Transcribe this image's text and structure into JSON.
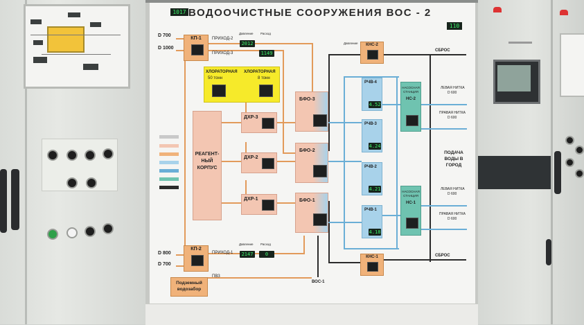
{
  "board": {
    "title": "ВОДООЧИСТНЫЕ СООРУЖЕНИЯ ВОС - 2",
    "title_left_display": "1017",
    "title_right_display": "110"
  },
  "inputs_top": [
    {
      "label": "D 700"
    },
    {
      "label": "D 1000"
    }
  ],
  "inputs_bottom": [
    {
      "label": "D 800"
    },
    {
      "label": "D 700"
    }
  ],
  "kp1": {
    "label": "КП-1",
    "prihod_top": "ПРИХОД-2",
    "prihod_mid": "ПРИХОД-3",
    "display1": "2012",
    "display2": "1149",
    "col1": "Давление",
    "col2": "Расход"
  },
  "kp2": {
    "label": "КП-2",
    "prihod": "ПРИХОД-1",
    "display1": "2147",
    "display2": "0",
    "col1": "Давление",
    "col2": "Расход",
    "pvz": "ПВЗ"
  },
  "chlor": {
    "left_title": "ХЛОРАТОРНАЯ",
    "left_sub": "50 тонн",
    "right_title": "ХЛОРАТОРНАЯ",
    "right_sub": "8 тонн"
  },
  "reagent": {
    "label": "РЕАГЕНТ-\nНЫЙ\nКОРПУС"
  },
  "dhr": [
    {
      "label": "ДХР-3"
    },
    {
      "label": "ДХР-2"
    },
    {
      "label": "ДХР-1"
    }
  ],
  "bfo": [
    {
      "label": "БФО-3"
    },
    {
      "label": "БФО-2"
    },
    {
      "label": "БФО-1"
    }
  ],
  "rchv": [
    {
      "label": "РЧВ-4",
      "value": "4.52"
    },
    {
      "label": "РЧВ-3",
      "value": "4.24"
    },
    {
      "label": "РЧВ-2",
      "value": "4.21"
    },
    {
      "label": "РЧВ-1",
      "value": "4.18"
    }
  ],
  "ns": [
    {
      "label": "НС-2",
      "sub": "НАСОСНАЯ\nСТАНЦИЯ"
    },
    {
      "label": "НС-1",
      "sub": "НАСОСНАЯ\nСТАНЦИЯ"
    }
  ],
  "kns": [
    {
      "label": "КНС-2"
    },
    {
      "label": "КНС-1"
    }
  ],
  "outlets": {
    "top_sbros": "СБРОС",
    "bottom_sbros": "СБРОС",
    "left_line_1": "ЛЕВАЯ НИТКА",
    "left_line_1_d": "D 600",
    "right_line_1": "ПРАВАЯ НИТКА",
    "right_line_1_d": "D 600",
    "supply": "ПОДАЧА\nВОДЫ В\nГОРОД",
    "left_line_2": "ЛЕВАЯ НИТКА",
    "left_line_2_d": "D 600",
    "right_line_2": "ПРАВАЯ НИТКА",
    "right_line_2_d": "D 600"
  },
  "voc1": "ВОС-1",
  "underground": "Подземный\nводозабор",
  "colors": {
    "orange": "#f0b27a",
    "pink": "#f3c6b2",
    "blue": "#a8d2ea",
    "teal": "#6fc3b0",
    "yellow": "#f6ea2a",
    "display_green": "#3cf06a"
  },
  "icons": [
    "knob-icon",
    "handle-icon",
    "lamp-icon"
  ]
}
